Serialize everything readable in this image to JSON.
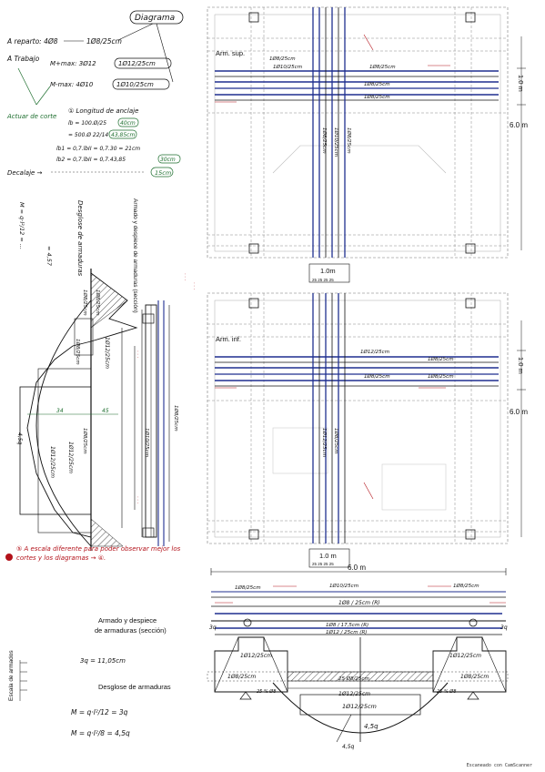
{
  "sheet_notes": {
    "diagrama_label": "Diagrama",
    "a_reparto": "A reparto: 4Ø8",
    "a_reparto_value": "1Ø8/25cm",
    "a_trabajo": "A Trabajo",
    "m_max_pos": "M+max: 3Ø12",
    "m_max_pos_value": "1Ø12/25cm",
    "m_max_neg": "M-max: 4Ø10",
    "m_max_neg_value": "1Ø10/25cm",
    "actuar_corte": "Actuar de corte",
    "longitud_anclaje_title": "① Longitud de anclaje",
    "anclaje_line1": "lb = 100.Ø/25",
    "anclaje_line1_result": "40cm",
    "anclaje_line2": "= 500.Ø 22/14",
    "anclaje_line2_result": "43,85cm",
    "anclaje_line3": "lb1 = 0,7.lbII = 0,7.30 = 21cm",
    "anclaje_line4": "lb2 = 0,7.lbII = 0,7.43,85",
    "anclaje_line4_result": "30cm",
    "decalaje": "Decalaje → ",
    "decalaje_result": "15cm",
    "moment_formula_1": "M = q·l²/12 = ...",
    "moment_formula_2": "= 4,57",
    "desglose_armaduras_vertical": "Desglose de armaduras",
    "armado_despiece_vertical": "Armado y despiece de armaduras (sección)",
    "red_note": "⑤ A escala diferente para poder observar mejor los cortes y los diagramas → ④.",
    "escala_label": "Escala de armados",
    "armado_despiece_printed": "Armado y despiece\nde armaduras (sección)",
    "q34_formula": "3q = 11,05cm",
    "desglose_printed": "Desglose de armaduras",
    "m_formula_1": "M = q·l²/12 = 3q",
    "m_formula_2": "M = q·l²/8 = 4,5q",
    "label_34": "34",
    "label_45": "45",
    "label_3q_left": "3q",
    "label_3q_right": "3q",
    "label_45q": "4,5q",
    "label_4_5q": "4,5q"
  },
  "plan_top": {
    "title": "Arm. sup.",
    "dim_1m": "1.0m",
    "dim_6m": "6.0 m",
    "dim_side": "1.0 m",
    "bars_note_1": "1Ø8/25cm",
    "bars_note_2": "1Ø10/25cm",
    "bars_note_3": "1Ø8/25cm",
    "bars_note_4": "1Ø8/25cm",
    "bars_note_5": "1Ø8/25cm",
    "col_label_1": "1Ø8/25cm",
    "col_label_2": "1Ø10/25cm",
    "col_label_3": "1Ø8/25cm",
    "bottom_dims": "25 25 25 25"
  },
  "plan_bottom": {
    "title": "Arm. inf.",
    "dim_1m": "1.0 m",
    "dim_6m_side": "6.0 m",
    "dim_side": "1.0 m",
    "dim_6m_bottom": "6.0 m",
    "bars_note_1": "1Ø12/25cm",
    "bars_note_2": "1Ø8/25cm",
    "bars_note_3": "1Ø8/25cm",
    "bars_note_4": "1Ø8/25cm",
    "col_label_1": "1Ø12/25cm",
    "col_label_2": "1Ø8/25cm",
    "bottom_dims": "25 25 25 25"
  },
  "section": {
    "bar_top_1": "1Ø8/25cm",
    "bar_top_2": "1Ø10/25cm",
    "bar_top_3": "1Ø8/25cm",
    "bar_center": "1Ø8 / 25cm (R)",
    "bar_lower_1": "1Ø8 / 17,5cm (R)",
    "bar_lower_2": "1Ø12 / 25cm (R)",
    "diag_left_1": "1Ø12/25cm",
    "diag_left_2": "1Ø8/25cm",
    "diag_right_1": "1Ø12/25cm",
    "diag_right_2": "1Ø8/25cm",
    "diag_center_1": "25 Ø8/25cm",
    "diag_center_2": "1Ø12/25cm",
    "diag_bottom": "1Ø12/25cm",
    "left_tiny": "25 % Ø8",
    "right_tiny": "25 % Ø8"
  },
  "vertical_diagram": {
    "label_1": "1Ø8/25cm",
    "label_2": "1Ø8/25cm",
    "label_3": "1Ø8/25cm",
    "label_4": "1Ø12/25cm",
    "label_5": "1Ø12/25cm",
    "label_6": "1Ø12/25cm",
    "label_7": "1Ø8/25cm",
    "label_8": "1Ø10/25cm",
    "label_9": "1Ø8/25cm"
  },
  "footer": {
    "scanner": "Escaneado con CamScanner"
  },
  "colors": {
    "pencil": "#555555",
    "blue": "#1f2f8f",
    "red": "#b3121a",
    "green": "#1d6e2e",
    "black": "#111111"
  }
}
